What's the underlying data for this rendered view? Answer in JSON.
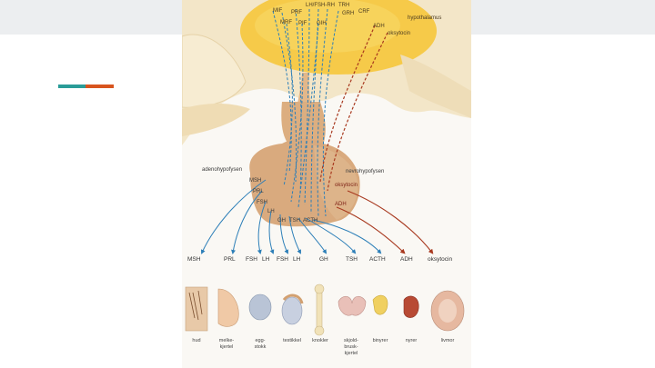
{
  "colors": {
    "top_band": "#eceef0",
    "accent_teal": "#2a9c98",
    "accent_orange": "#d8541e",
    "blue_arrow": "#2d7fb8",
    "red_arrow": "#a8391f",
    "hypothalamus_yellow": "#f5c842",
    "gland_tan": "#d9aa7e"
  },
  "diagram": {
    "hypothalamus_hormones": [
      "MIF",
      "MRF",
      "PRF",
      "LH/FSH-RH",
      "GRH",
      "TRH",
      "CRF",
      "PIF",
      "GIH",
      "ADH",
      "oksytocin"
    ],
    "hypothalamus_label": "hypothalamus",
    "adenohypofysen_label": "adenohypofysen",
    "nevrohypofysen_label": "nevrohypofysen",
    "pituitary_labels": [
      "MSH",
      "PRL",
      "FSH",
      "LH",
      "GH",
      "TSH",
      "ACTH",
      "oksytocin",
      "ADH"
    ],
    "target_hormones": [
      "MSH",
      "PRL",
      "FSH",
      "LH",
      "FSH",
      "LH",
      "GH",
      "TSH",
      "ACTH",
      "ADH",
      "oksytocin"
    ],
    "organs": [
      "hud",
      "melke-\nkjertel",
      "egg-\nstokk",
      "testikkel",
      "knokler",
      "skjold-\nbrusk-\nkjertel",
      "binyrer",
      "nyrer",
      "livmor"
    ]
  }
}
